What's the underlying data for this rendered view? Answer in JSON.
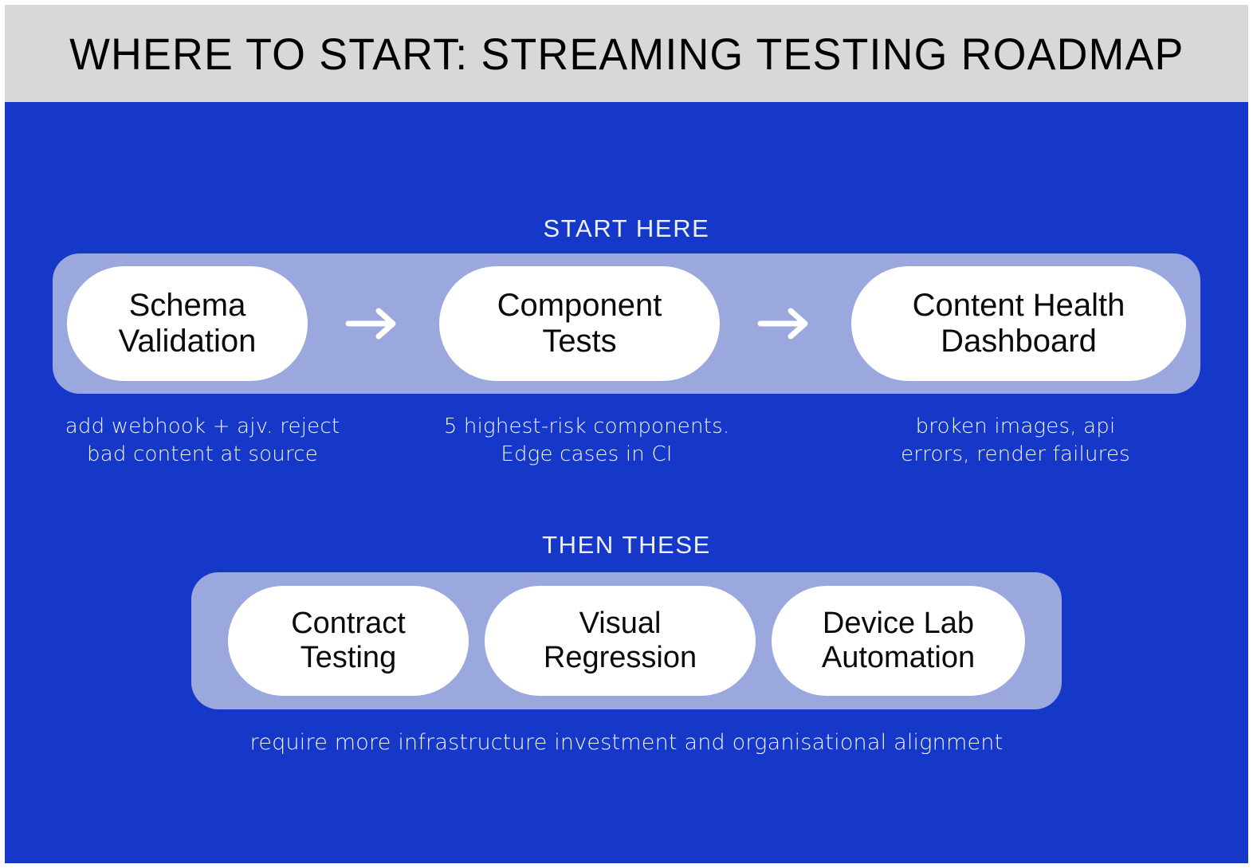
{
  "header": {
    "title": "WHERE TO START: STREAMING TESTING ROADMAP",
    "background_color": "#d8d8d8",
    "text_color": "#000000"
  },
  "canvas": {
    "background_color": "#1638c8",
    "band_color": "#9aa8dd",
    "pill_color": "#ffffff",
    "pill_text_color": "#0a0a0a",
    "caption_color": "#f2f4fd"
  },
  "sections": [
    {
      "label": "START HERE",
      "flow_arrows": true,
      "steps": [
        {
          "line1": "Schema",
          "line2": "Validation",
          "caption_line1": "add webhook + ajv. reject",
          "caption_line2": "bad content at source"
        },
        {
          "line1": "Component",
          "line2": "Tests",
          "caption_line1": "5 highest-risk components.",
          "caption_line2": "Edge cases in CI"
        },
        {
          "line1": "Content Health",
          "line2": "Dashboard",
          "caption_line1": "broken images, api",
          "caption_line2": "errors, render failures"
        }
      ]
    },
    {
      "label": "THEN THESE",
      "flow_arrows": false,
      "steps": [
        {
          "line1": "Contract",
          "line2": "Testing"
        },
        {
          "line1": "Visual",
          "line2": "Regression"
        },
        {
          "line1": "Device Lab",
          "line2": "Automation"
        }
      ],
      "caption": "require more infrastructure investment and organisational alignment"
    }
  ],
  "icons": {
    "arrow_right": "→"
  }
}
